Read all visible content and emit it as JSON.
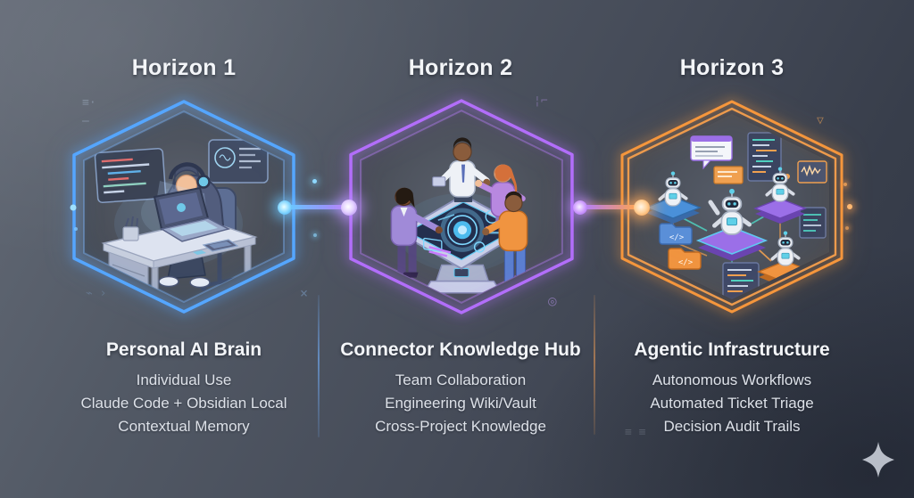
{
  "diagram_title": "Three Horizons roadmap",
  "horizons": [
    {
      "title": "Horizon 1",
      "subtitle": "Personal AI Brain",
      "details": [
        "Individual Use",
        "Claude Code + Obsidian Local",
        "Contextual Memory"
      ],
      "accent": "#55a6ff",
      "illustration": "hooded-developer-at-desk-with-laptop-and-floating-code-screens"
    },
    {
      "title": "Horizon 2",
      "subtitle": "Connector Knowledge Hub",
      "details": [
        "Team Collaboration",
        "Engineering Wiki/Vault",
        "Cross-Project Knowledge"
      ],
      "accent": "#b26efa",
      "illustration": "four-people-collaborating-around-glowing-holo-table"
    },
    {
      "title": "Horizon 3",
      "subtitle": "Agentic Infrastructure",
      "details": [
        "Autonomous Workflows",
        "Automated Ticket Triage",
        "Decision Audit Trails"
      ],
      "accent": "#f5963c",
      "illustration": "robot-agents-network-with-code-panels-and-folders"
    }
  ],
  "connectors": [
    {
      "from": "Horizon 1",
      "to": "Horizon 2",
      "left_node_color": "#7fd4ff",
      "right_node_color": "#a87bf0"
    },
    {
      "from": "Horizon 2",
      "to": "Horizon 3",
      "left_node_color": "#cf9eff",
      "right_node_color": "#f5953c"
    }
  ],
  "separators": [
    {
      "between": "Horizon 1 / Horizon 2",
      "color": "#6ea5eb"
    },
    {
      "between": "Horizon 2 / Horizon 3",
      "color": "#e19655"
    }
  ],
  "footer": {
    "icon": "sparkle-icon",
    "color": "#b9bec8"
  },
  "background": {
    "from": "#636a76",
    "to": "#323847"
  }
}
